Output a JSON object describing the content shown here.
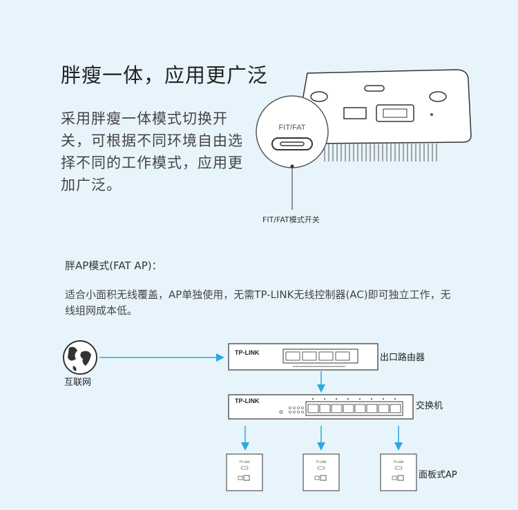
{
  "header": {
    "title": "胖瘦一体，应用更广泛",
    "description": "采用胖瘦一体模式切换开关，可根据不同环境自由选择不同的工作模式，应用更加广泛。"
  },
  "device": {
    "switch_label": "FIT/FAT",
    "switch_caption": "FIT/FAT模式开关"
  },
  "section": {
    "heading": "胖AP模式(FAT AP)：",
    "description": "适合小面积无线覆盖，AP单独使用，无需TP-LINK无线控制器(AC)即可独立工作，无线组网成本低。"
  },
  "diagram": {
    "internet_label": "互联网",
    "router_brand": "TP-LINK",
    "router_label": "出口路由器",
    "switch_brand": "TP-LINK",
    "switch_label": "交换机",
    "ap_brand": "TP-LINK",
    "ap_label": "面板式AP"
  },
  "colors": {
    "background": "#e8f4fb",
    "arrow": "#29a9e0"
  }
}
